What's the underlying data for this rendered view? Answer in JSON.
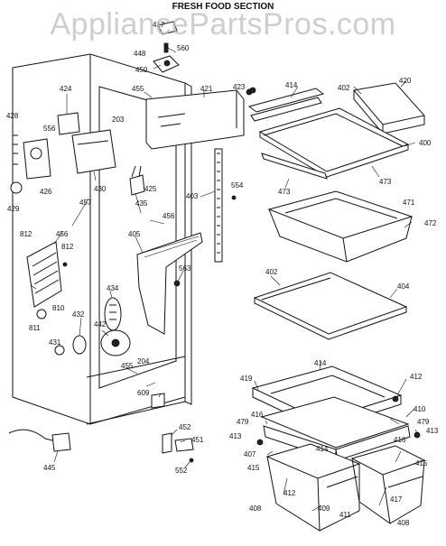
{
  "header": {
    "section_title": "FRESH FOOD SECTION",
    "watermark": "AppliancePartsPros.com"
  },
  "parts": {
    "p417a": "417",
    "p560": "560",
    "p448": "448",
    "p450": "450",
    "p455a": "455",
    "p421": "421",
    "p423": "423",
    "p414a": "414",
    "p402a": "402",
    "p420": "420",
    "p400": "400",
    "p473a": "473",
    "p473b": "473",
    "p424": "424",
    "p428": "428",
    "p556": "556",
    "p203": "203",
    "p430": "430",
    "p426": "426",
    "p425": "425",
    "p435": "435",
    "p403": "403",
    "p554": "554",
    "p429": "429",
    "p457": "457",
    "p456a": "456",
    "p456b": "456",
    "p471": "471",
    "p472": "472",
    "p812a": "812",
    "p812b": "812",
    "p405": "405",
    "p563": "563",
    "p402b": "402",
    "p404": "404",
    "p810": "810",
    "p811": "811",
    "p434": "434",
    "p432": "432",
    "p442": "442",
    "p431": "431",
    "p455b": "455",
    "p204": "204",
    "p414b": "414",
    "p419": "419",
    "p412a": "412",
    "p410": "410",
    "p609": "609",
    "p452": "452",
    "p479a": "479",
    "p416a": "416",
    "p414c": "414",
    "p479b": "479",
    "p413a": "413",
    "p413b": "413",
    "p407": "407",
    "p416b": "416",
    "p415a": "415",
    "p415b": "415",
    "p451": "451",
    "p445": "445",
    "p552": "552",
    "p412b": "412",
    "p417b": "417",
    "p408a": "408",
    "p409": "409",
    "p411": "411",
    "p408b": "408"
  }
}
